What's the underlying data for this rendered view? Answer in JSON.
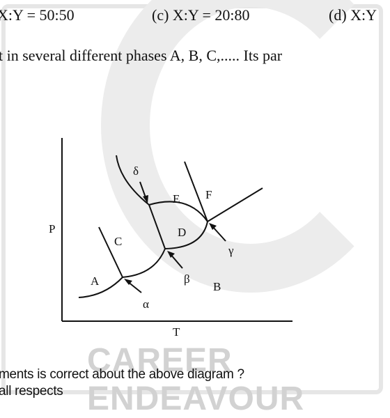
{
  "options": {
    "b": "X:Y = 50:50",
    "c": "(c) X:Y = 20:80",
    "d": "(d) X:Y"
  },
  "question_line": "t in several different phases A, B, C,..... Its par",
  "diagram": {
    "y_axis_label": "P",
    "x_axis_label": "T",
    "phase_labels": [
      "A",
      "B",
      "C",
      "D",
      "E",
      "F"
    ],
    "point_labels": [
      "α",
      "β",
      "γ",
      "δ"
    ]
  },
  "statement_intro": "ments is correct about the above diagram ?",
  "option_a_fragment": "all respects",
  "watermark": "CAREER ENDEAVOUR"
}
